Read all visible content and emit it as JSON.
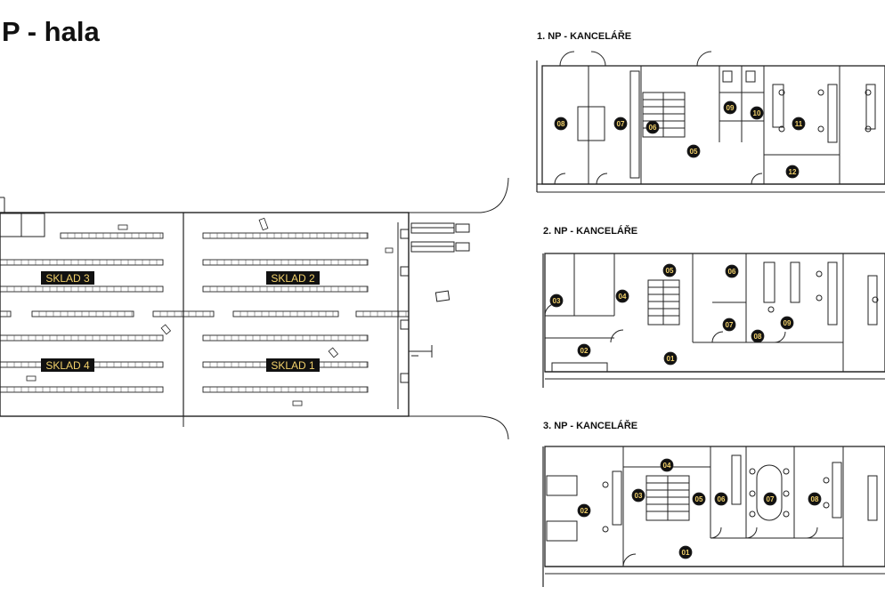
{
  "page_title": "P - hala",
  "colors": {
    "line": "#222222",
    "label_bg": "#111111",
    "label_fg": "#f2d16b"
  },
  "warehouse": {
    "labels": [
      "SKLAD 3",
      "SKLAD 2",
      "SKLAD 4",
      "SKLAD 1"
    ]
  },
  "floors": [
    {
      "title": "1. NP - KANCELÁŘE",
      "rooms": [
        "08",
        "07",
        "06",
        "05",
        "09",
        "10",
        "11",
        "12"
      ]
    },
    {
      "title": "2. NP - KANCELÁŘE",
      "rooms": [
        "05",
        "06",
        "04",
        "03",
        "07",
        "08",
        "09",
        "02",
        "01"
      ]
    },
    {
      "title": "3. NP - KANCELÁŘE",
      "rooms": [
        "04",
        "03",
        "05",
        "06",
        "07",
        "08",
        "02",
        "01"
      ]
    }
  ]
}
